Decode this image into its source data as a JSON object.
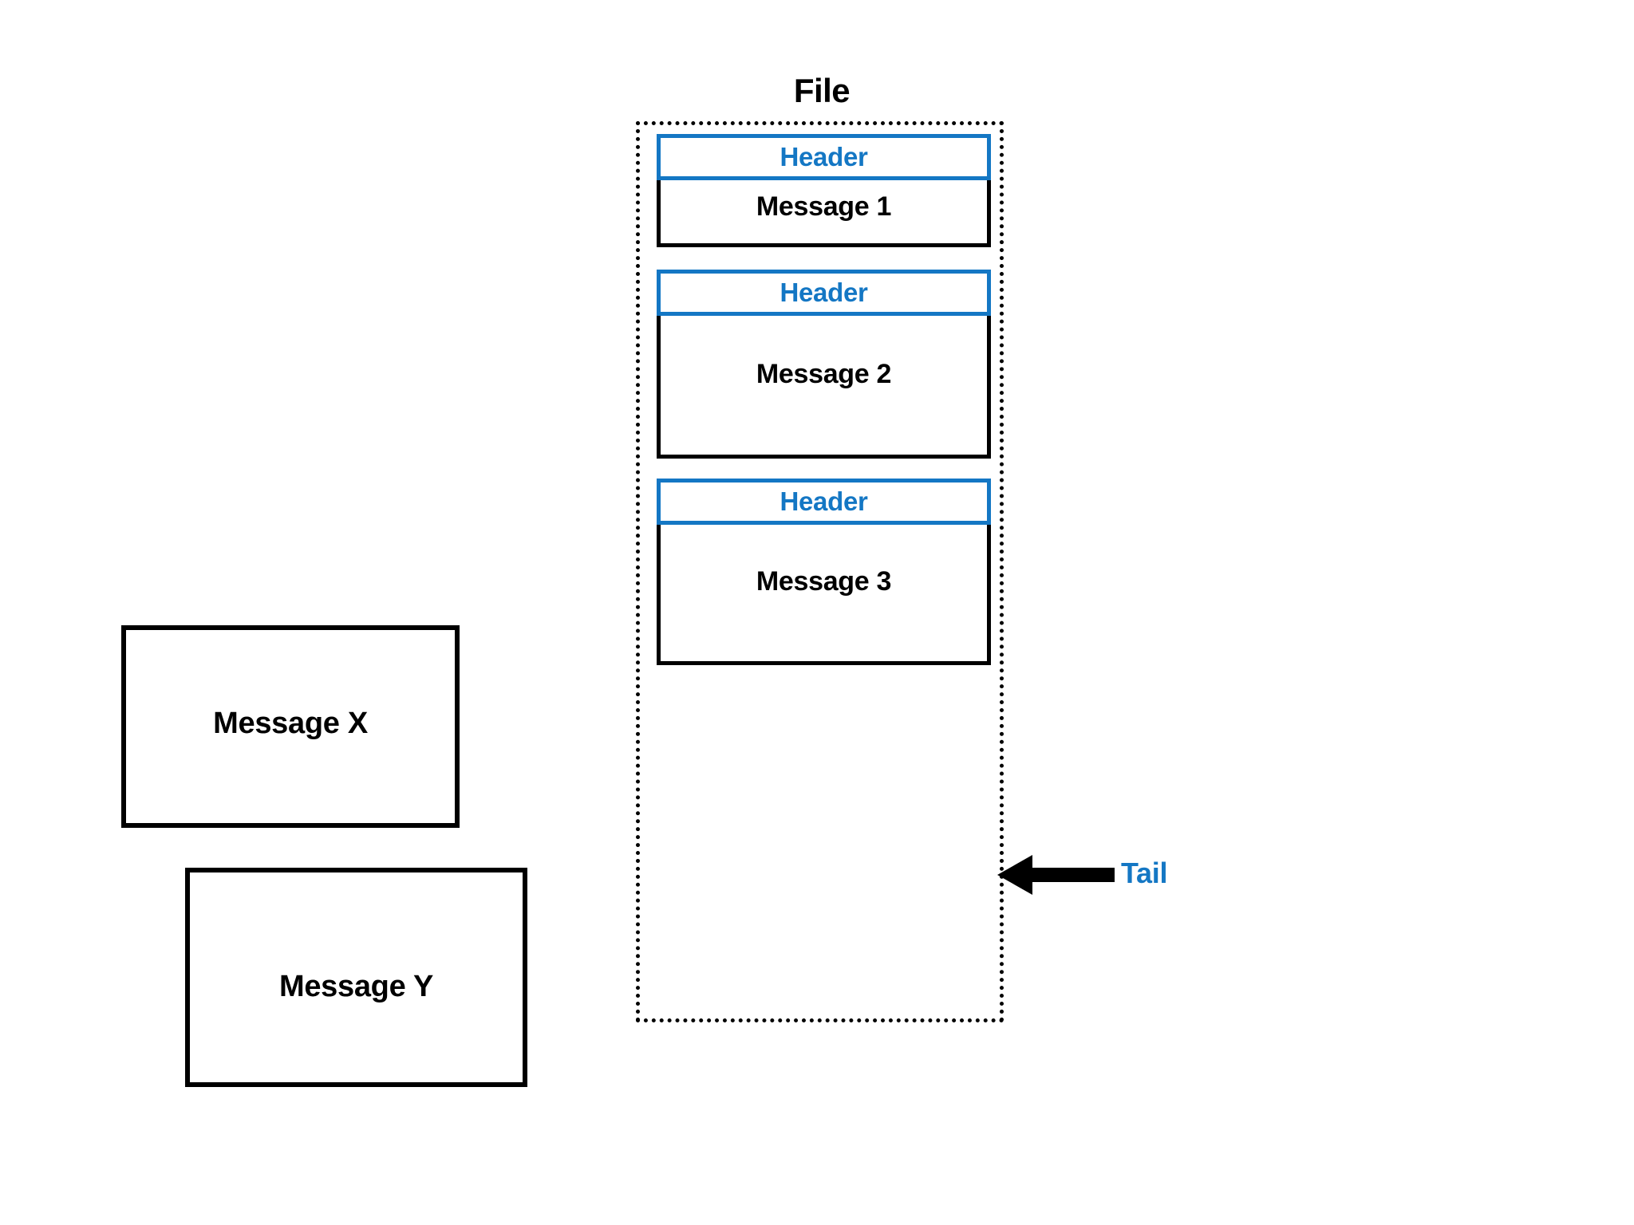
{
  "diagram": {
    "title": "File",
    "colors": {
      "header_blue": "#1477c4",
      "outline_black": "#000000",
      "background": "#ffffff"
    },
    "file_container": {
      "label": "File",
      "border_style": "dotted",
      "blocks": [
        {
          "header_label": "Header",
          "message_label": "Message 1"
        },
        {
          "header_label": "Header",
          "message_label": "Message 2"
        },
        {
          "header_label": "Header",
          "message_label": "Message 3"
        }
      ]
    },
    "tail": {
      "label": "Tail",
      "arrow_icon": "arrow-left-icon",
      "direction": "left"
    },
    "pending_messages": [
      {
        "label": "Message X"
      },
      {
        "label": "Message Y"
      }
    ]
  }
}
